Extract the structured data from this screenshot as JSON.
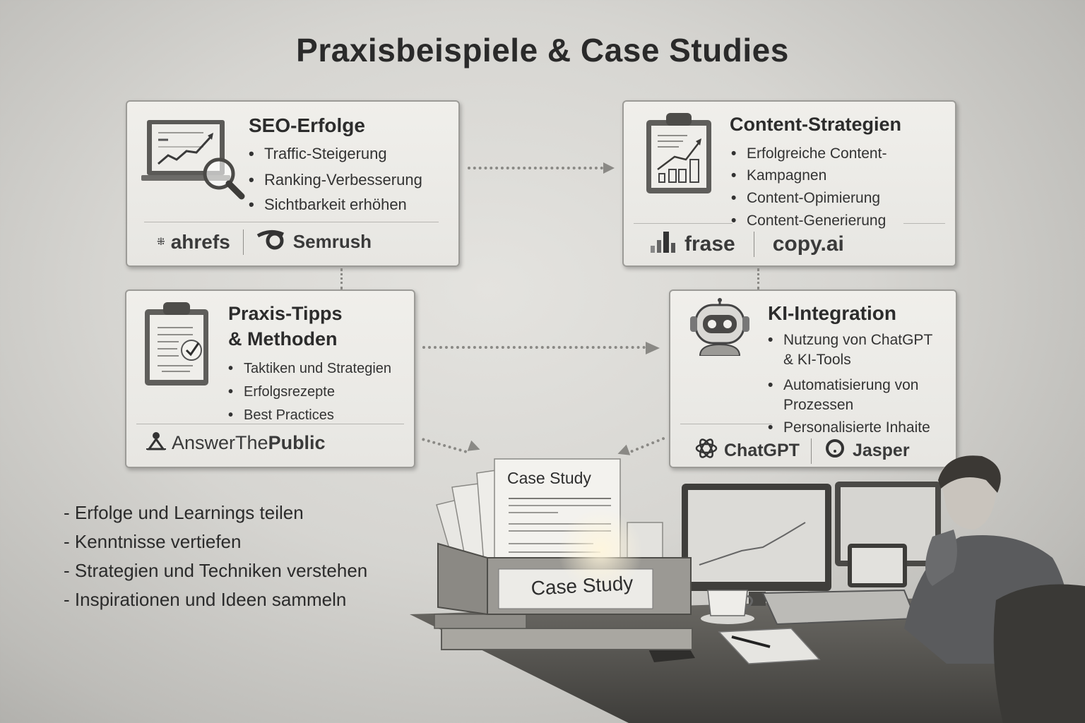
{
  "title": "Praxisbeispiele & Case Studies",
  "cards": {
    "seo": {
      "title": "SEO-Erfolge",
      "icon": "laptop-chart-magnifier-icon",
      "items": [
        "Traffic-Steigerung",
        "Ranking-Verbesserung",
        "Sichtbarkeit erhöhen"
      ],
      "logos": [
        {
          "name": "ahrefs",
          "icon": "ahrefs-icon"
        },
        {
          "name": "Semrush",
          "icon": "semrush-icon"
        }
      ]
    },
    "content": {
      "title": "Content-Strategien",
      "icon": "clipboard-chart-icon",
      "items": [
        "Erfolgreiche Content-",
        "Kampagnen",
        "Content-Opimierung",
        "Content-Generierung"
      ],
      "logos": [
        {
          "name": "frase",
          "icon": "frase-bars-icon"
        },
        {
          "name": "copy.ai",
          "icon": ""
        }
      ]
    },
    "praxis": {
      "title_line1": "Praxis-Tipps",
      "title_line2": "& Methoden",
      "icon": "clipboard-checkmark-icon",
      "items": [
        "Taktiken und Strategien",
        "Erfolgsrezepte",
        "Best Practices"
      ],
      "logos": [
        {
          "name": "AnswerThePublic",
          "name_a": "AnswerThe",
          "name_b": "Public",
          "icon": "answerthepublic-icon"
        }
      ]
    },
    "ki": {
      "title": "KI-Integration",
      "icon": "robot-icon",
      "items": [
        "Nutzung von ChatGPT",
        "& KI-Tools",
        "Automatisierung von",
        "Prozessen",
        "Personalisierte Inhaite"
      ],
      "logos": [
        {
          "name": "ChatGPT",
          "icon": "openai-icon"
        },
        {
          "name": "Jasper",
          "icon": "jasper-icon"
        }
      ]
    }
  },
  "bullet_char": "•",
  "bottom_list": [
    "- Erfolge und Learnings teilen",
    "- Kenntnisse vertiefen",
    "- Strategien und Techniken verstehen",
    "- Inspirationen und Ideen sammeln"
  ],
  "illustration": {
    "document_label": "Case Study",
    "box_label": "Case Study"
  },
  "colors": {
    "background": "#d6d5d1",
    "card": "#ecebe7",
    "text": "#2b2b2b",
    "connector": "#8a8985"
  }
}
